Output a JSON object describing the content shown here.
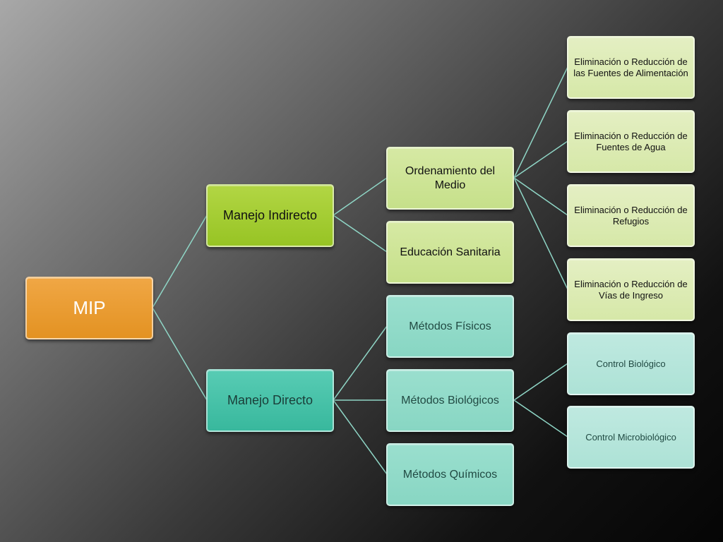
{
  "diagram": {
    "root": {
      "label": "MIP"
    },
    "branches": {
      "indirect": {
        "label": "Manejo Indirecto",
        "children": [
          {
            "label": "Ordenamiento del Medio",
            "children": [
              "Eliminación o Reducción de las Fuentes de Alimentación",
              "Eliminación o Reducción de Fuentes de Agua",
              "Eliminación o Reducción de Refugios",
              "Eliminación o Reducción de Vías de Ingreso"
            ]
          },
          {
            "label": "Educación Sanitaria"
          }
        ]
      },
      "direct": {
        "label": "Manejo Directo",
        "children": [
          {
            "label": "Métodos Físicos"
          },
          {
            "label": "Métodos Biológicos",
            "children": [
              "Control Biológico",
              "Control Microbiológico"
            ]
          },
          {
            "label": "Métodos Químicos"
          }
        ]
      }
    }
  },
  "colors": {
    "root": "#e8992c",
    "indirect": "#a2cb30",
    "direct": "#45c0a6",
    "indirect_level2": "#cfe497",
    "direct_level2": "#8fd9c8",
    "indirect_level3": "#dcebb3",
    "direct_level3": "#b5e5da",
    "connector": "#8fd6c6"
  }
}
